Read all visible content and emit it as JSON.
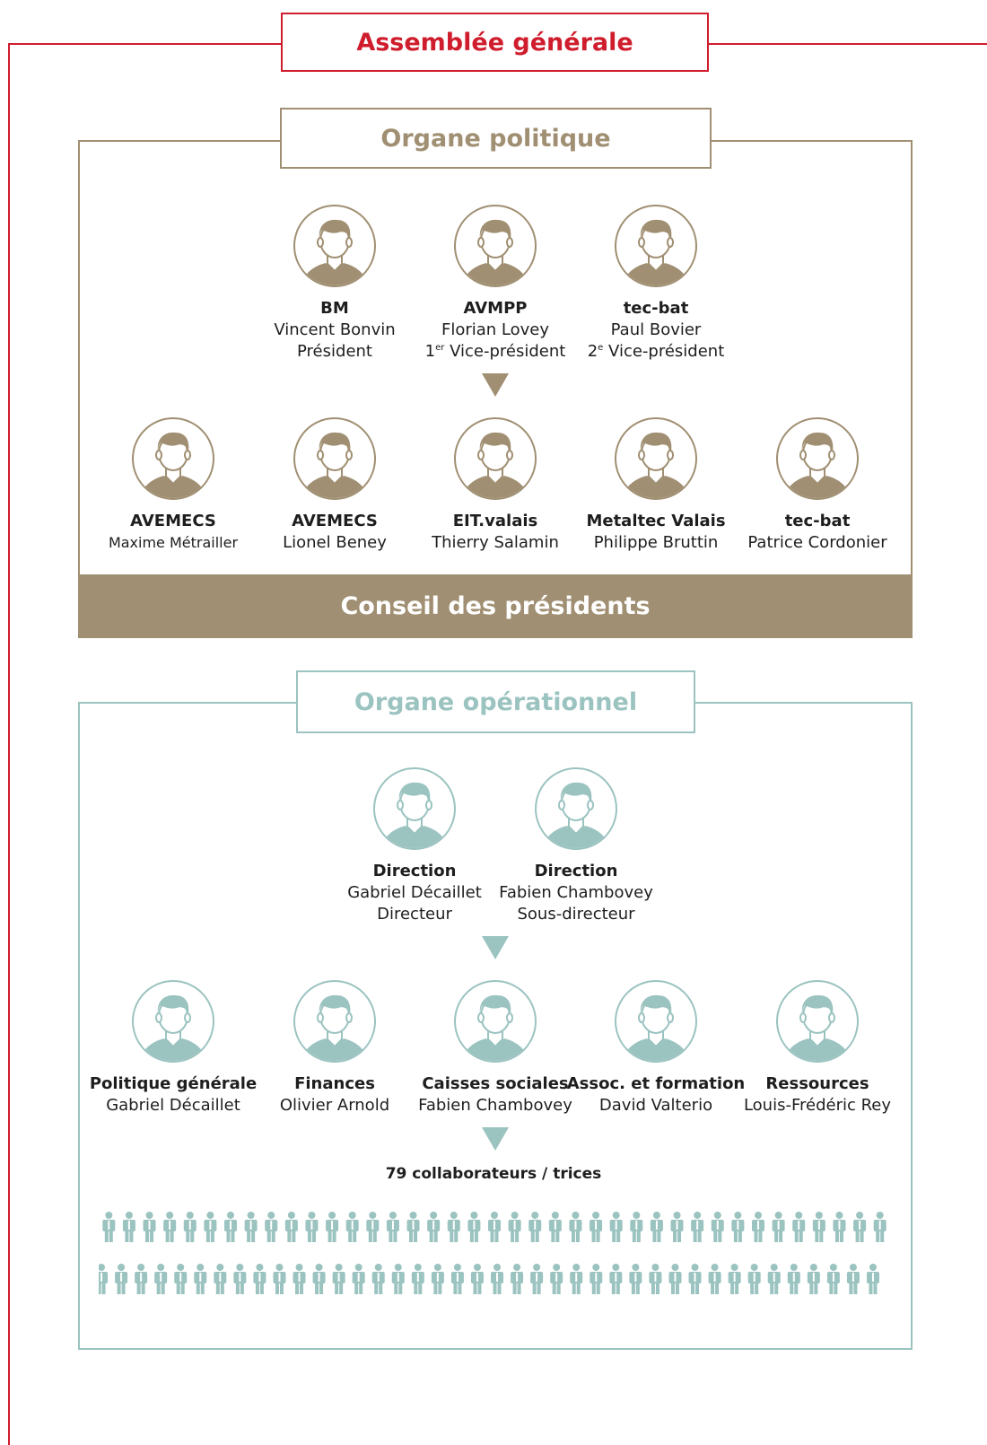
{
  "assemblee": {
    "title": "Assemblée générale"
  },
  "politique": {
    "title": "Organe politique",
    "band": "Conseil des présidents",
    "top": [
      {
        "org": "BM",
        "name": "Vincent Bonvin",
        "role": "Président"
      },
      {
        "org": "AVMPP",
        "name": "Florian Lovey",
        "role_sup": "er",
        "role_num": "1",
        "role_rest": " Vice-président"
      },
      {
        "org": "tec-bat",
        "name": "Paul Bovier",
        "role_sup": "e",
        "role_num": "2",
        "role_rest": " Vice-président"
      }
    ],
    "members": [
      {
        "org": "AVEMECS",
        "name": "Maxime Métrailler"
      },
      {
        "org": "AVEMECS",
        "name": "Lionel Beney"
      },
      {
        "org": "EIT.valais",
        "name": "Thierry Salamin"
      },
      {
        "org": "Metaltec Valais",
        "name": "Philippe Bruttin"
      },
      {
        "org": "tec-bat",
        "name": "Patrice Cordonier"
      }
    ]
  },
  "operationnel": {
    "title": "Organe opérationnel",
    "direction": [
      {
        "org": "Direction",
        "name": "Gabriel Décaillet",
        "role": "Directeur"
      },
      {
        "org": "Direction",
        "name": "Fabien Chambovey",
        "role": "Sous-directeur"
      }
    ],
    "departments": [
      {
        "org": "Politique générale",
        "name": "Gabriel Décaillet"
      },
      {
        "org": "Finances",
        "name": "Olivier Arnold"
      },
      {
        "org": "Caisses sociales",
        "name": "Fabien Chambovey"
      },
      {
        "org": "Assoc. et formation",
        "name": "David Valterio"
      },
      {
        "org": "Ressources",
        "name": "Louis-Frédéric Rey"
      }
    ],
    "collaborators_label": "79 collaborateurs / trices",
    "collaborators_count": 79
  },
  "colors": {
    "red": "#cf1d2d",
    "brown": "#a08f72",
    "teal": "#9bc3c0"
  }
}
